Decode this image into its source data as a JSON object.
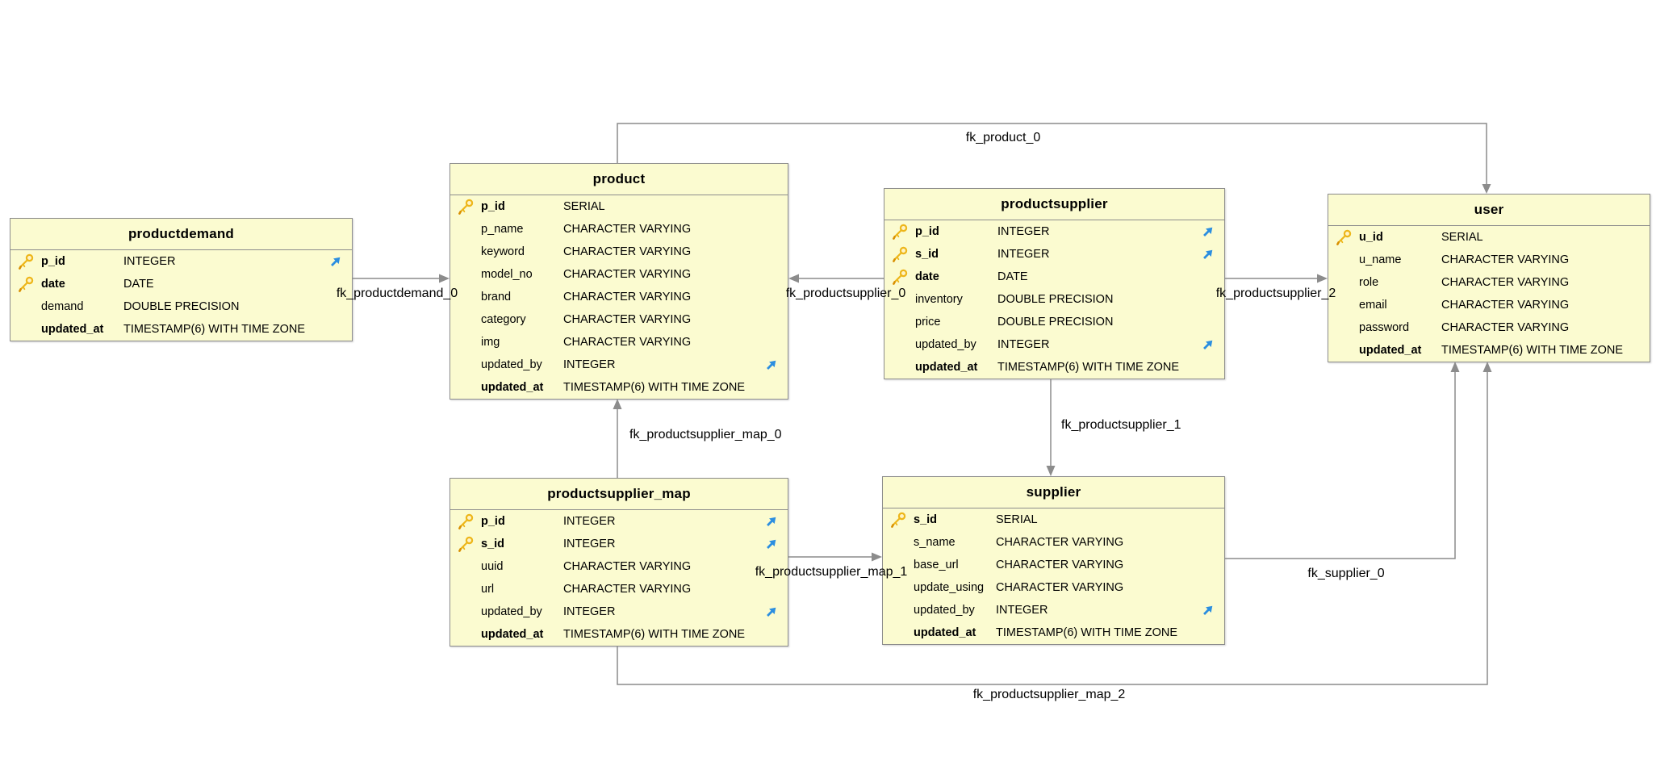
{
  "diagram": {
    "colors": {
      "table_fill": "#FBFBD0",
      "table_border": "#8C8C8C",
      "connector_line": "#8C8C8C",
      "primary_key_icon": "#EDB61A",
      "foreign_key_icon": "#2B8EE0",
      "text": "#000000"
    },
    "icons": {
      "primary_key": "key-icon",
      "foreign_key": "arrow-up-right-icon"
    },
    "tables": [
      {
        "id": "productdemand",
        "title": "productdemand",
        "fields": [
          {
            "name": "p_id",
            "type": "INTEGER",
            "primary_key": true,
            "bold": true,
            "fk_arrow": true
          },
          {
            "name": "date",
            "type": "DATE",
            "primary_key": true,
            "bold": true,
            "fk_arrow": false
          },
          {
            "name": "demand",
            "type": "DOUBLE PRECISION",
            "primary_key": false,
            "bold": false,
            "fk_arrow": false
          },
          {
            "name": "updated_at",
            "type": "TIMESTAMP(6) WITH TIME ZONE",
            "primary_key": false,
            "bold": true,
            "fk_arrow": false
          }
        ]
      },
      {
        "id": "product",
        "title": "product",
        "fields": [
          {
            "name": "p_id",
            "type": "SERIAL",
            "primary_key": true,
            "bold": true,
            "fk_arrow": false
          },
          {
            "name": "p_name",
            "type": "CHARACTER VARYING",
            "primary_key": false,
            "bold": false,
            "fk_arrow": false
          },
          {
            "name": "keyword",
            "type": "CHARACTER VARYING",
            "primary_key": false,
            "bold": false,
            "fk_arrow": false
          },
          {
            "name": "model_no",
            "type": "CHARACTER VARYING",
            "primary_key": false,
            "bold": false,
            "fk_arrow": false
          },
          {
            "name": "brand",
            "type": "CHARACTER VARYING",
            "primary_key": false,
            "bold": false,
            "fk_arrow": false
          },
          {
            "name": "category",
            "type": "CHARACTER VARYING",
            "primary_key": false,
            "bold": false,
            "fk_arrow": false
          },
          {
            "name": "img",
            "type": "CHARACTER VARYING",
            "primary_key": false,
            "bold": false,
            "fk_arrow": false
          },
          {
            "name": "updated_by",
            "type": "INTEGER",
            "primary_key": false,
            "bold": false,
            "fk_arrow": true
          },
          {
            "name": "updated_at",
            "type": "TIMESTAMP(6) WITH TIME ZONE",
            "primary_key": false,
            "bold": true,
            "fk_arrow": false
          }
        ]
      },
      {
        "id": "productsupplier",
        "title": "productsupplier",
        "fields": [
          {
            "name": "p_id",
            "type": "INTEGER",
            "primary_key": true,
            "bold": true,
            "fk_arrow": true
          },
          {
            "name": "s_id",
            "type": "INTEGER",
            "primary_key": true,
            "bold": true,
            "fk_arrow": true
          },
          {
            "name": "date",
            "type": "DATE",
            "primary_key": true,
            "bold": true,
            "fk_arrow": false
          },
          {
            "name": "inventory",
            "type": "DOUBLE PRECISION",
            "primary_key": false,
            "bold": false,
            "fk_arrow": false
          },
          {
            "name": "price",
            "type": "DOUBLE PRECISION",
            "primary_key": false,
            "bold": false,
            "fk_arrow": false
          },
          {
            "name": "updated_by",
            "type": "INTEGER",
            "primary_key": false,
            "bold": false,
            "fk_arrow": true
          },
          {
            "name": "updated_at",
            "type": "TIMESTAMP(6) WITH TIME ZONE",
            "primary_key": false,
            "bold": true,
            "fk_arrow": false
          }
        ]
      },
      {
        "id": "user",
        "title": "user",
        "fields": [
          {
            "name": "u_id",
            "type": "SERIAL",
            "primary_key": true,
            "bold": true,
            "fk_arrow": false
          },
          {
            "name": "u_name",
            "type": "CHARACTER VARYING",
            "primary_key": false,
            "bold": false,
            "fk_arrow": false
          },
          {
            "name": "role",
            "type": "CHARACTER VARYING",
            "primary_key": false,
            "bold": false,
            "fk_arrow": false
          },
          {
            "name": "email",
            "type": "CHARACTER VARYING",
            "primary_key": false,
            "bold": false,
            "fk_arrow": false
          },
          {
            "name": "password",
            "type": "CHARACTER VARYING",
            "primary_key": false,
            "bold": false,
            "fk_arrow": false
          },
          {
            "name": "updated_at",
            "type": "TIMESTAMP(6) WITH TIME ZONE",
            "primary_key": false,
            "bold": true,
            "fk_arrow": false
          }
        ]
      },
      {
        "id": "productsupplier_map",
        "title": "productsupplier_map",
        "fields": [
          {
            "name": "p_id",
            "type": "INTEGER",
            "primary_key": true,
            "bold": true,
            "fk_arrow": true
          },
          {
            "name": "s_id",
            "type": "INTEGER",
            "primary_key": true,
            "bold": true,
            "fk_arrow": true
          },
          {
            "name": "uuid",
            "type": "CHARACTER VARYING",
            "primary_key": false,
            "bold": false,
            "fk_arrow": false
          },
          {
            "name": "url",
            "type": "CHARACTER VARYING",
            "primary_key": false,
            "bold": false,
            "fk_arrow": false
          },
          {
            "name": "updated_by",
            "type": "INTEGER",
            "primary_key": false,
            "bold": false,
            "fk_arrow": true
          },
          {
            "name": "updated_at",
            "type": "TIMESTAMP(6) WITH TIME ZONE",
            "primary_key": false,
            "bold": true,
            "fk_arrow": false
          }
        ]
      },
      {
        "id": "supplier",
        "title": "supplier",
        "fields": [
          {
            "name": "s_id",
            "type": "SERIAL",
            "primary_key": true,
            "bold": true,
            "fk_arrow": false
          },
          {
            "name": "s_name",
            "type": "CHARACTER VARYING",
            "primary_key": false,
            "bold": false,
            "fk_arrow": false
          },
          {
            "name": "base_url",
            "type": "CHARACTER VARYING",
            "primary_key": false,
            "bold": false,
            "fk_arrow": false
          },
          {
            "name": "update_using",
            "type": "CHARACTER VARYING",
            "primary_key": false,
            "bold": false,
            "fk_arrow": false
          },
          {
            "name": "updated_by",
            "type": "INTEGER",
            "primary_key": false,
            "bold": false,
            "fk_arrow": true
          },
          {
            "name": "updated_at",
            "type": "TIMESTAMP(6) WITH TIME ZONE",
            "primary_key": false,
            "bold": true,
            "fk_arrow": false
          }
        ]
      }
    ],
    "relationships": [
      {
        "id": "fk_product_0",
        "label": "fk_product_0",
        "from": "product",
        "to": "user"
      },
      {
        "id": "fk_productdemand_0",
        "label": "fk_productdemand_0",
        "from": "productdemand",
        "to": "product"
      },
      {
        "id": "fk_productsupplier_0",
        "label": "fk_productsupplier_0",
        "from": "productsupplier",
        "to": "product"
      },
      {
        "id": "fk_productsupplier_2",
        "label": "fk_productsupplier_2",
        "from": "productsupplier",
        "to": "user"
      },
      {
        "id": "fk_productsupplier_map_0",
        "label": "fk_productsupplier_map_0",
        "from": "productsupplier_map",
        "to": "product"
      },
      {
        "id": "fk_productsupplier_1",
        "label": "fk_productsupplier_1",
        "from": "productsupplier",
        "to": "supplier"
      },
      {
        "id": "fk_productsupplier_map_1",
        "label": "fk_productsupplier_map_1",
        "from": "productsupplier_map",
        "to": "supplier"
      },
      {
        "id": "fk_supplier_0",
        "label": "fk_supplier_0",
        "from": "supplier",
        "to": "user"
      },
      {
        "id": "fk_productsupplier_map_2",
        "label": "fk_productsupplier_map_2",
        "from": "productsupplier_map",
        "to": "user"
      }
    ]
  }
}
